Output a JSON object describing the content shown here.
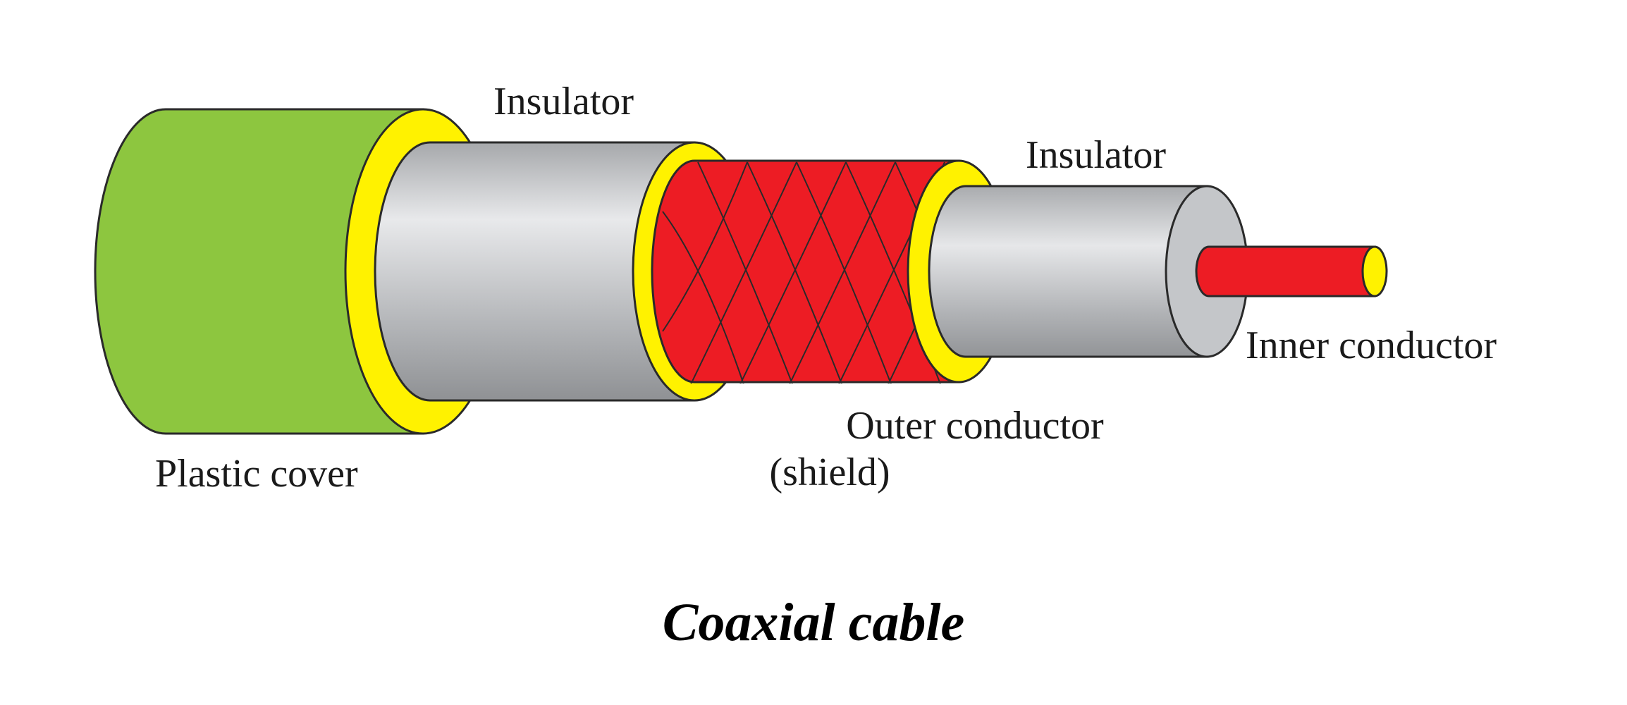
{
  "labels": {
    "insulator_outer": "Insulator",
    "insulator_inner": "Insulator",
    "plastic_cover": "Plastic cover",
    "outer_conductor_line1": "Outer conductor",
    "outer_conductor_line2": "(shield)",
    "inner_conductor": "Inner conductor"
  },
  "caption": "Coaxial cable",
  "colors": {
    "plastic_cover": "#8dc63f",
    "insulator_ring": "#fff200",
    "insulator_body": "#c4c6c9",
    "shield": "#ed1c24",
    "inner_conductor": "#ed1c24",
    "outline": "#2a2a2a"
  }
}
